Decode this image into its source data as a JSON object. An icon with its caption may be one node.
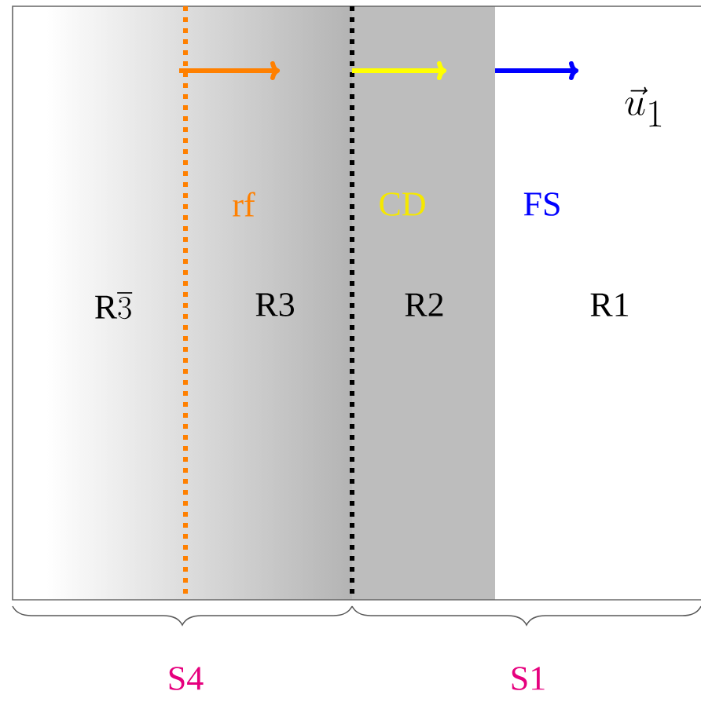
{
  "diagram": {
    "labels": [
      "\\vec{u}_1",
      "rf",
      "CD",
      "FS",
      "\\mathrm{R}\\overline{3}",
      "R3",
      "R2",
      "R1",
      "S4",
      "S1"
    ]
  }
}
